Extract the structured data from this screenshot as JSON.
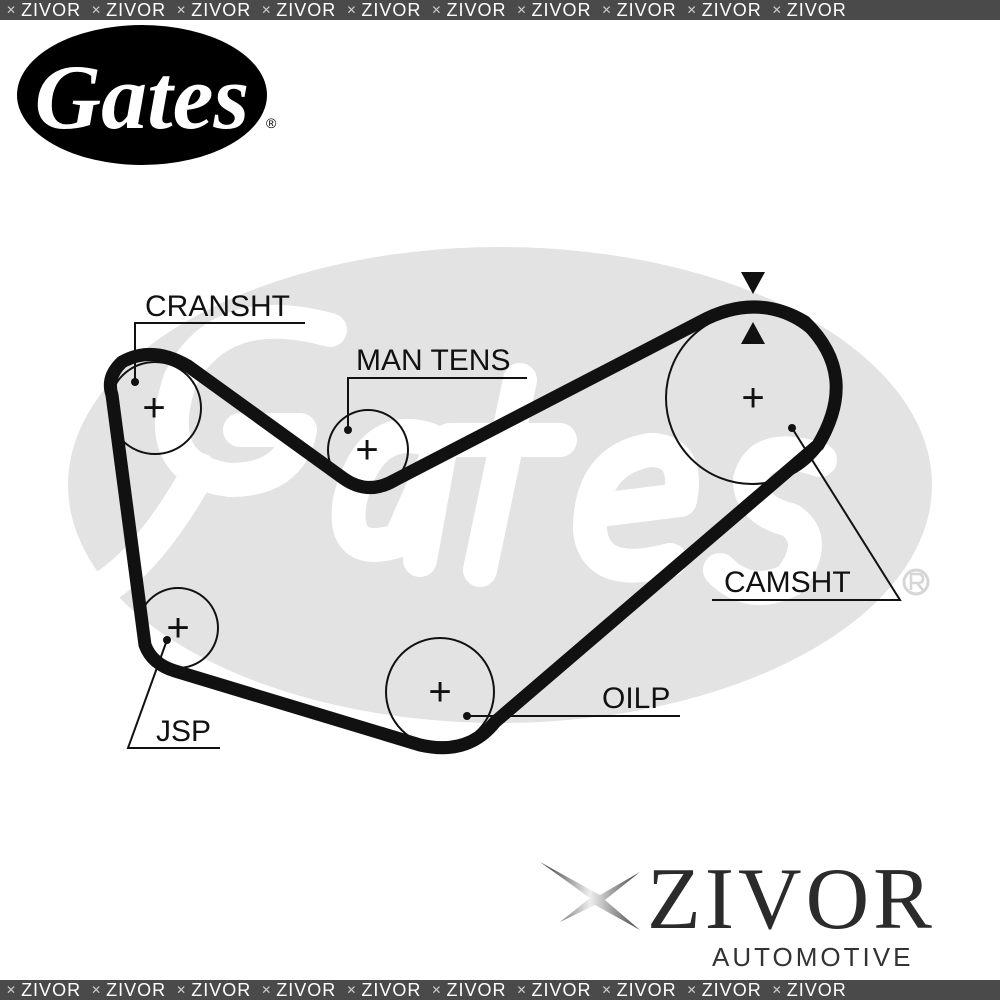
{
  "banner": {
    "text": "ZIVOR",
    "repeat": 10
  },
  "gates_logo": {
    "text": "Gates",
    "registered": "®"
  },
  "watermark": {
    "text": "Gates",
    "registered": "®"
  },
  "labels": {
    "crankshaft": "CRANSHT",
    "manual_tensioner": "MAN TENS",
    "camshaft": "CAMSHT",
    "oil_pump": "OILP",
    "jack_shaft": "JSP"
  },
  "pulley_marker": "+",
  "zivor_logo": {
    "name": "ZIVOR",
    "subtitle": "AUTOMOTIVE"
  }
}
